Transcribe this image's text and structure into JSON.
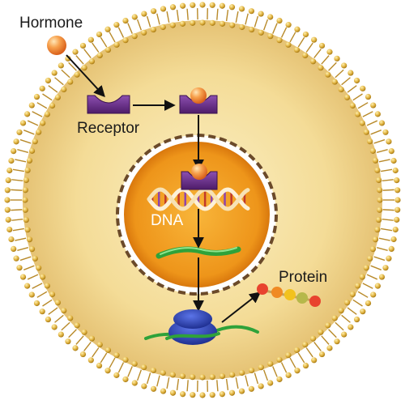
{
  "labels": {
    "hormone": "Hormone",
    "receptor": "Receptor",
    "dna": "DNA",
    "protein": "Protein"
  },
  "colors": {
    "cytoplasm": "#f5e2a0",
    "membrane_head": "#d6a93a",
    "nucleus": "#f29a1c",
    "nuclear_envelope": "#ffffff",
    "receptor": "#6b2d8a",
    "hormone": "#f28a3a",
    "mrna": "#3fbf4a",
    "ribosome": "#2436a8",
    "arrow": "#111111",
    "protein_beads": [
      "#e8432e",
      "#f08a24",
      "#f2c21e",
      "#b6b84a",
      "#e8432e"
    ]
  },
  "icons": {
    "hormone": "hormone-ball-icon",
    "receptor": "receptor-icon",
    "dna": "dna-helix-icon",
    "mrna": "mrna-strand-icon",
    "ribosome": "ribosome-icon",
    "protein": "protein-chain-icon"
  }
}
